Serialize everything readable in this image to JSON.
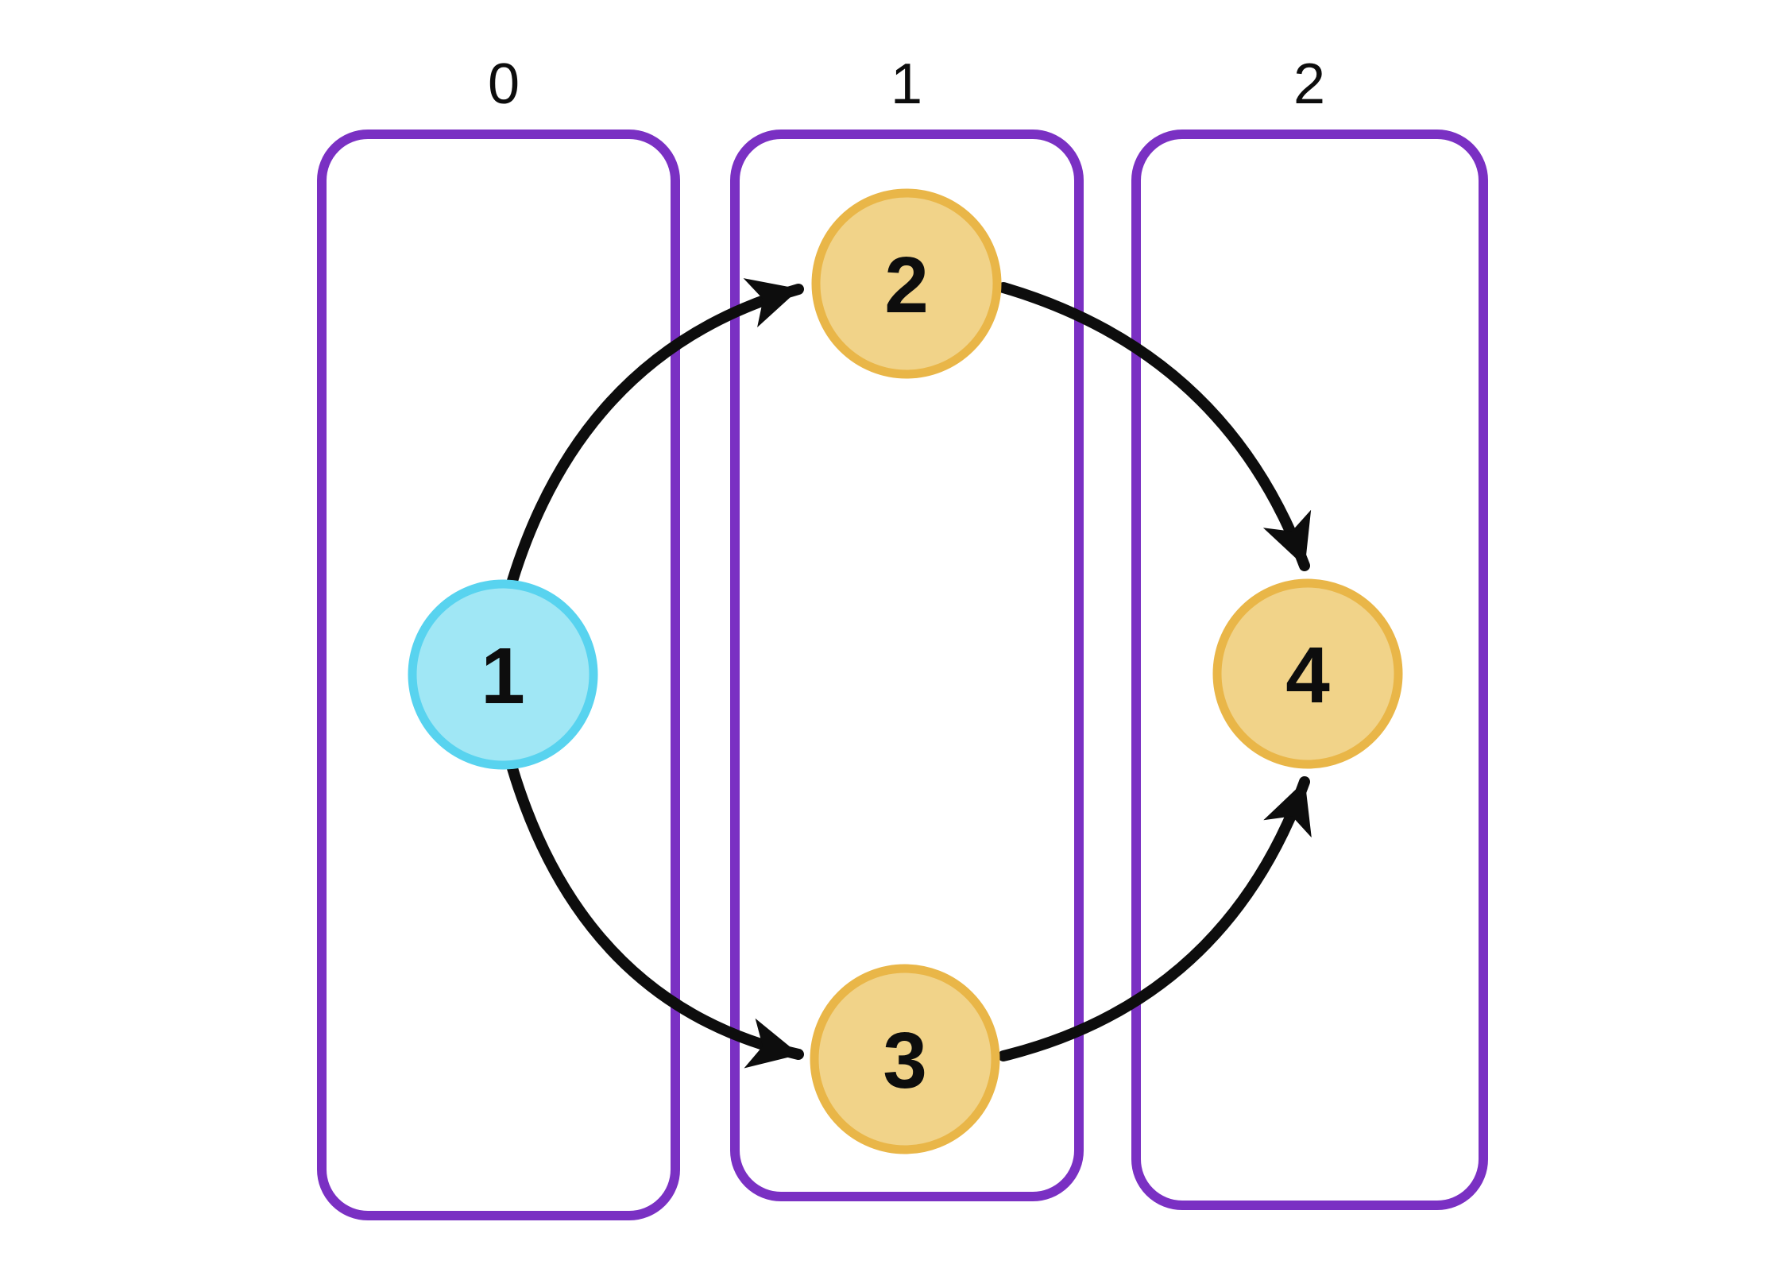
{
  "diagram": {
    "title": "graph-levels-diagram",
    "columns": [
      {
        "label": "0"
      },
      {
        "label": "1"
      },
      {
        "label": "2"
      }
    ],
    "nodes": [
      {
        "id": "1",
        "label": "1",
        "column": "0",
        "color_role": "highlight-blue"
      },
      {
        "id": "2",
        "label": "2",
        "column": "1",
        "color_role": "yellow"
      },
      {
        "id": "3",
        "label": "3",
        "column": "1",
        "color_role": "yellow"
      },
      {
        "id": "4",
        "label": "4",
        "column": "2",
        "color_role": "yellow"
      }
    ],
    "edges": [
      {
        "from": "1",
        "to": "2"
      },
      {
        "from": "1",
        "to": "3"
      },
      {
        "from": "2",
        "to": "4"
      },
      {
        "from": "3",
        "to": "4"
      }
    ]
  },
  "colors": {
    "background": "#ffffff",
    "column_stroke": "#7a30c3",
    "edge_stroke": "#0d0d0d",
    "text": "#0d0d0d",
    "blue_fill": "#a0e7f5",
    "blue_stroke": "#58d3ef",
    "yellow_fill": "#f1d389",
    "yellow_stroke": "#e9b648"
  }
}
